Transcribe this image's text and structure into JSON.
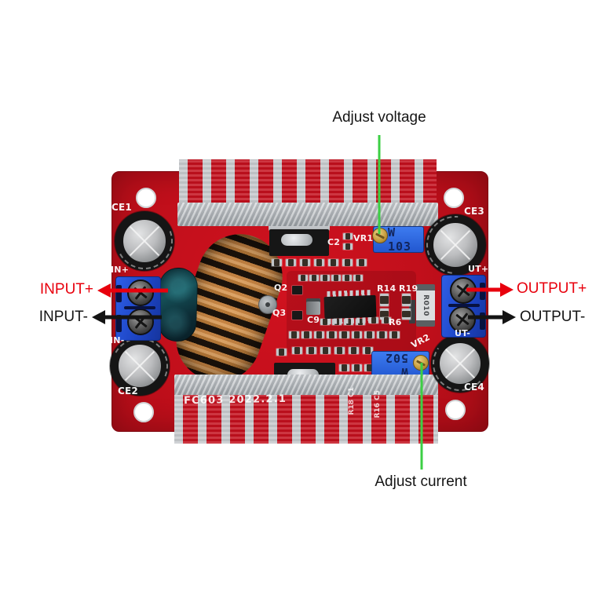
{
  "annotations": {
    "adjust_voltage": "Adjust voltage",
    "adjust_current": "Adjust current",
    "input_plus": "INPUT+",
    "input_minus": "INPUT-",
    "output_plus": "OUTPUT+",
    "output_minus": "OUTPUT-"
  },
  "board": {
    "pot_voltage_label": "W 103",
    "pot_current_label": "W 502",
    "shunt_label": "R010",
    "silkscreen": {
      "ce1": "CE1",
      "ce2": "CE2",
      "ce3": "CE3",
      "ce4": "CE4",
      "in_plus": "IN+",
      "in_minus": "IN-",
      "out_plus": "UT+",
      "out_minus": "UT-",
      "vr1": "VR1",
      "vr2": "VR2",
      "c2": "C2",
      "c9": "C9",
      "q2": "Q2",
      "q3": "Q3",
      "r14": "R14",
      "r19": "R19",
      "r6": "R6",
      "board_id": "FC603 2022.2.1",
      "v_label_1": "R18 C1",
      "v_label_2": "R16 C5"
    }
  },
  "colors": {
    "label_red": "#e8000d",
    "label_black": "#151515",
    "annotation_green": "#3ccf44",
    "pcb_red": "#c20f1b",
    "heatsink_silver": "#c7cacd",
    "terminal_blue": "#1c43c2",
    "trimmer_blue": "#2e63dd",
    "copper": "#c98644"
  }
}
